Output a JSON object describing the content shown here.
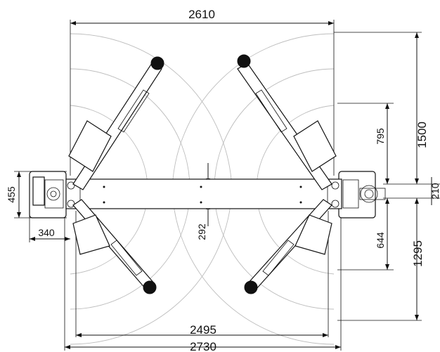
{
  "dimensions": {
    "overall_width_top": "2610",
    "inner_width_bottom": "2495",
    "overall_width_bottom": "2730",
    "right_vertical_top": "1500",
    "right_vertical_bottom": "1295",
    "right_inner_top": "795",
    "right_inner_bottom": "644",
    "right_small": "210",
    "left_height": "455",
    "left_offset": "340",
    "center_height": "292"
  }
}
